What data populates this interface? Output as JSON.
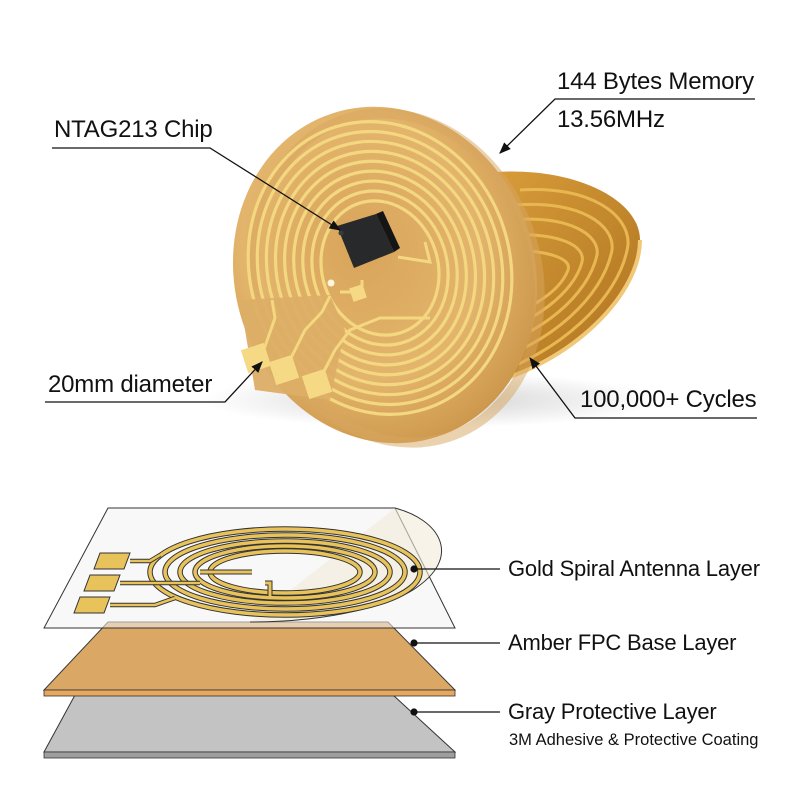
{
  "top_section": {
    "callouts": {
      "chip": "NTAG213 Chip",
      "memory": "144 Bytes Memory",
      "frequency": "13.56MHz",
      "diameter": "20mm diameter",
      "cycles": "100,000+ Cycles"
    }
  },
  "layers_section": {
    "layers": [
      {
        "label": "Gold Spiral Antenna Layer",
        "color": "#e8c25a"
      },
      {
        "label": "Amber FPC Base Layer",
        "color": "#d9a45f"
      },
      {
        "label": "Gray Protective Layer",
        "sublabel": "3M Adhesive & Protective Coating",
        "color": "#c6c6c6"
      }
    ]
  },
  "colors": {
    "disc_base": "#e1b468",
    "trace_gold": "#f2d27e",
    "chip": "#2a2a2c",
    "leader_line": "#111111"
  }
}
